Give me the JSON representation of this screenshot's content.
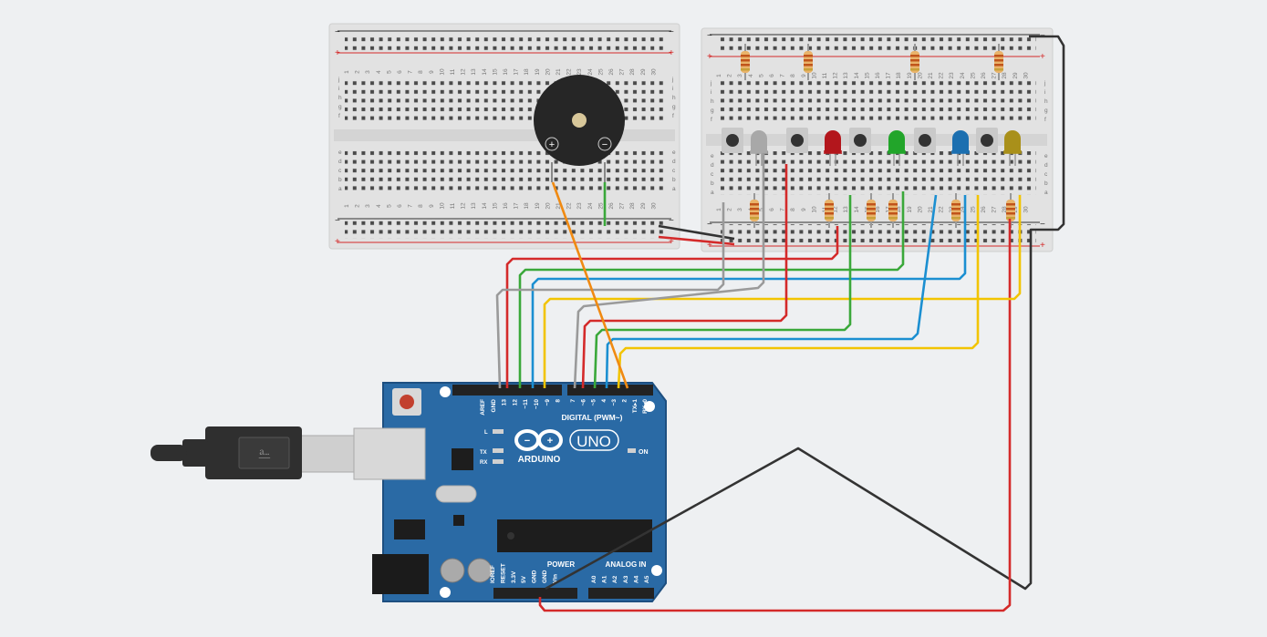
{
  "colors": {
    "background": "#eef0f2",
    "breadboard": "#e4e4e4",
    "board": "#2a6aa5",
    "board_dark": "#1d4f80",
    "wire_red": "#d42a2a",
    "wire_black": "#333333",
    "wire_green": "#3aa83a",
    "wire_blue": "#1b8fd1",
    "wire_yellow": "#f2c400",
    "wire_orange": "#f08a12",
    "wire_gray": "#9a9a9a"
  },
  "breadboard": {
    "rail_plus": "+",
    "rail_minus": "−",
    "rows_top": [
      "j",
      "i",
      "h",
      "g",
      "f"
    ],
    "rows_bottom": [
      "e",
      "d",
      "c",
      "b",
      "a"
    ],
    "columns": [
      "1",
      "2",
      "3",
      "4",
      "5",
      "6",
      "7",
      "8",
      "9",
      "10",
      "11",
      "12",
      "13",
      "14",
      "15",
      "16",
      "17",
      "18",
      "19",
      "20",
      "21",
      "22",
      "23",
      "24",
      "25",
      "26",
      "27",
      "28",
      "29",
      "30"
    ]
  },
  "buzzer": {
    "plus": "+",
    "minus": "−"
  },
  "leds": [
    {
      "name": "gray-led",
      "color": "#a8a8a8"
    },
    {
      "name": "red-led",
      "color": "#b3161c"
    },
    {
      "name": "green-led",
      "color": "#22a52a"
    },
    {
      "name": "blue-led",
      "color": "#1c6fb0"
    },
    {
      "name": "yellow-led",
      "color": "#a9901a"
    }
  ],
  "arduino": {
    "brand": "ARDUINO",
    "model": "UNO",
    "digital_label": "DIGITAL (PWM~)",
    "power_label": "POWER",
    "analog_label": "ANALOG IN",
    "on_label": "ON",
    "led_l": "L",
    "led_tx": "TX",
    "led_rx": "RX",
    "digital_pins_left": [
      "AREF",
      "GND",
      "13",
      "12",
      "~11",
      "~10",
      "~9",
      "8"
    ],
    "digital_pins_right": [
      "7",
      "~6",
      "~5",
      "4",
      "~3",
      "2",
      "TX▸1",
      "RX◂0"
    ],
    "power_pins": [
      "IOREF",
      "RESET",
      "3.3V",
      "5V",
      "GND",
      "GND",
      "Vin"
    ],
    "analog_pins": [
      "A0",
      "A1",
      "A2",
      "A3",
      "A4",
      "A5"
    ]
  }
}
